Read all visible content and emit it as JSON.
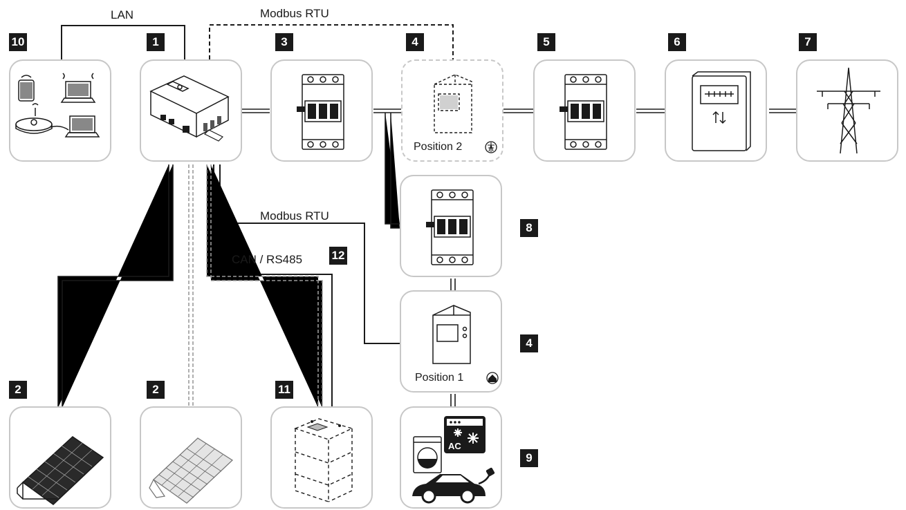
{
  "connections": {
    "lan": "LAN",
    "modbus_top": "Modbus RTU",
    "modbus_mid": "Modbus RTU",
    "can_rs485": "CAN / RS485"
  },
  "badges": {
    "b10": "10",
    "b1": "1",
    "b3": "3",
    "b4_top": "4",
    "b5": "5",
    "b6": "6",
    "b7": "7",
    "b8": "8",
    "b4_mid": "4",
    "b9": "9",
    "b2_left": "2",
    "b2_mid": "2",
    "b11": "11",
    "b12": "12"
  },
  "meters": {
    "position_2": "Position 2",
    "position_1": "Position 1"
  },
  "appliances": {
    "ac": "AC"
  },
  "components": [
    {
      "id": "10",
      "icon": "home-network-devices-icon"
    },
    {
      "id": "1",
      "icon": "inverter-icon"
    },
    {
      "id": "3",
      "icon": "circuit-breaker-icon"
    },
    {
      "id": "4",
      "icon": "energy-meter-icon"
    },
    {
      "id": "5",
      "icon": "circuit-breaker-icon"
    },
    {
      "id": "6",
      "icon": "grid-meter-icon"
    },
    {
      "id": "7",
      "icon": "power-pylon-icon"
    },
    {
      "id": "8",
      "icon": "circuit-breaker-icon"
    },
    {
      "id": "9",
      "icon": "household-consumers-icon"
    },
    {
      "id": "2",
      "icon": "solar-panel-icon"
    },
    {
      "id": "11",
      "icon": "battery-storage-icon"
    }
  ]
}
